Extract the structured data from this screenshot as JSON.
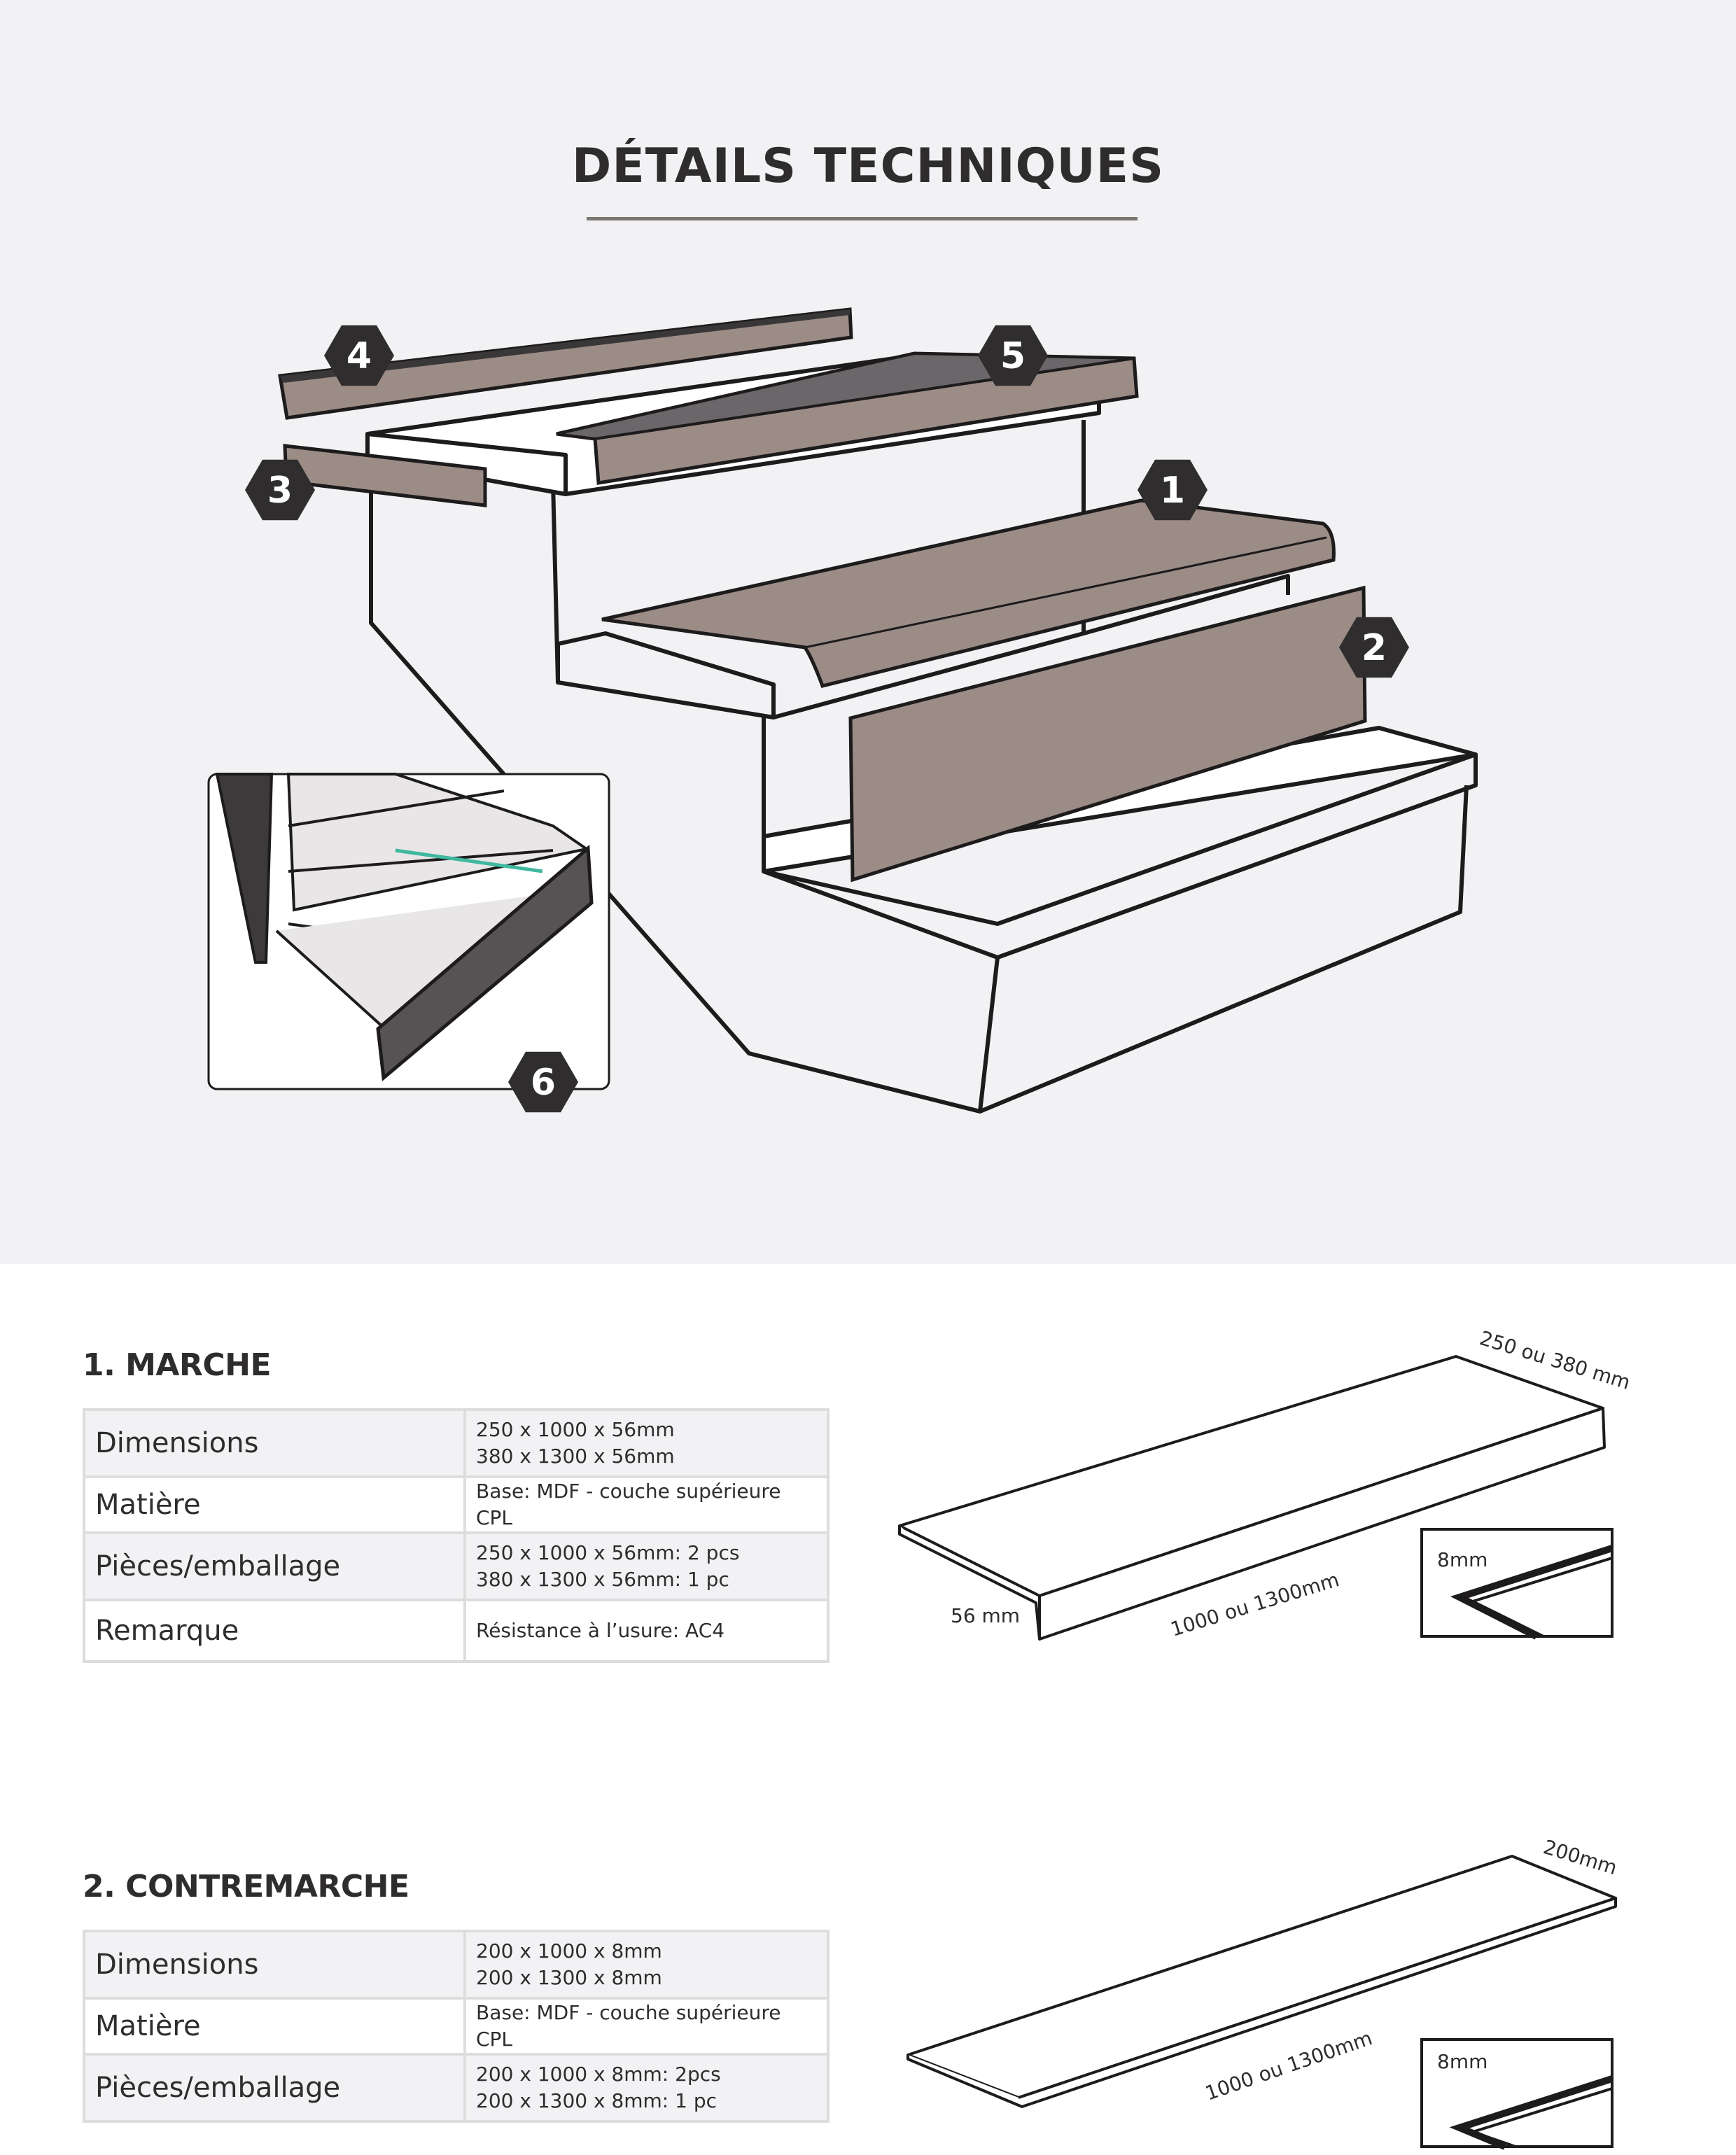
{
  "title": "DÉTAILS TECHNIQUES",
  "diagram": {
    "markers": [
      "1",
      "2",
      "3",
      "4",
      "5",
      "6"
    ],
    "colors": {
      "stair_part": "#9b8c86",
      "cap": "#6b6669",
      "badge": "#2f2d2e",
      "outline": "#1d1b1c",
      "accent_line": "#3fb8a0"
    }
  },
  "sections": [
    {
      "title": "1. MARCHE",
      "rows": [
        {
          "key": "Dimensions",
          "lines": [
            "250 x 1000 x 56mm",
            "380 x 1300 x 56mm"
          ]
        },
        {
          "key": "Matière",
          "lines": [
            "Base: MDF - couche supérieure CPL"
          ]
        },
        {
          "key": "Pièces/emballage",
          "lines": [
            "250 x 1000 x 56mm: 2 pcs",
            "380 x 1300 x 56mm: 1 pc"
          ]
        },
        {
          "key": "Remarque",
          "lines": [
            "Résistance à l’usure: AC4"
          ]
        }
      ],
      "drawing": {
        "depth": "250 ou 380 mm",
        "length": "1000 ou 1300mm",
        "height": "56 mm",
        "thickness": "8mm"
      }
    },
    {
      "title": "2. CONTREMARCHE",
      "rows": [
        {
          "key": "Dimensions",
          "lines": [
            "200 x 1000 x 8mm",
            "200 x 1300 x 8mm"
          ]
        },
        {
          "key": "Matière",
          "lines": [
            "Base: MDF - couche supérieure CPL"
          ]
        },
        {
          "key": "Pièces/emballage",
          "lines": [
            "200 x 1000 x 8mm: 2pcs",
            "200 x 1300 x 8mm: 1 pc"
          ]
        }
      ],
      "drawing": {
        "depth": "200mm",
        "length": "1000 ou 1300mm",
        "thickness": "8mm"
      }
    }
  ]
}
